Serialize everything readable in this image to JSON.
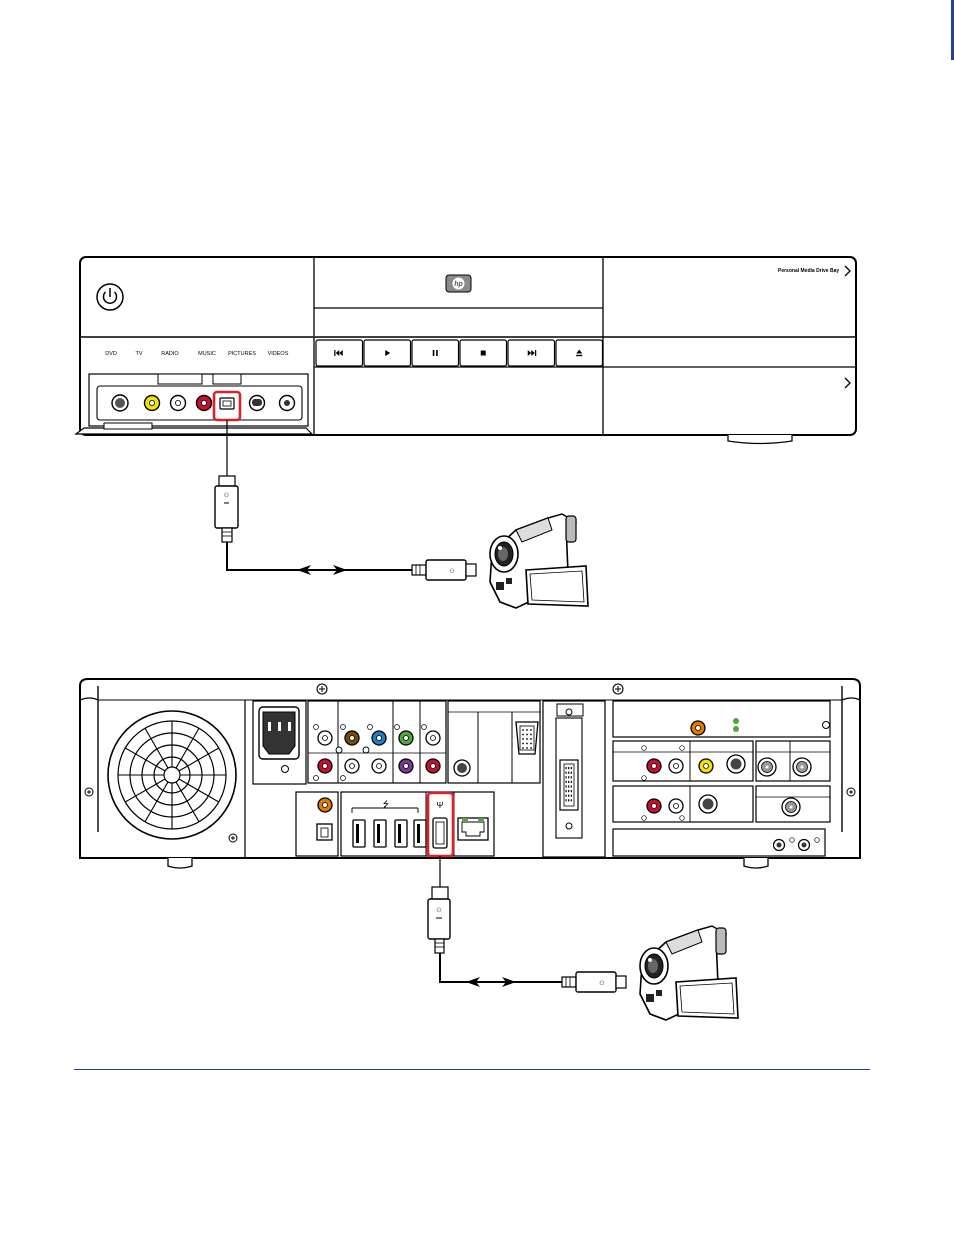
{
  "front_panel": {
    "bay_label": "Personal Media Drive Bay",
    "nav_labels": [
      "DVD",
      "TV",
      "RADIO",
      "MUSIC",
      "PICTURES",
      "VIDEOS"
    ],
    "transport_icons": [
      "previous-icon",
      "play-icon",
      "pause-icon",
      "stop-icon",
      "next-icon",
      "eject-icon"
    ],
    "logo_text": "hp"
  },
  "colors": {
    "highlight": "#d9222a",
    "yellow": "#f4e300",
    "red": "#c8102e",
    "orange": "#e07b00",
    "blue": "#1f7fbf",
    "green": "#4fa83d",
    "brown": "#7a4a12",
    "purple": "#7a3b8f",
    "rule": "#2d3f8f"
  }
}
